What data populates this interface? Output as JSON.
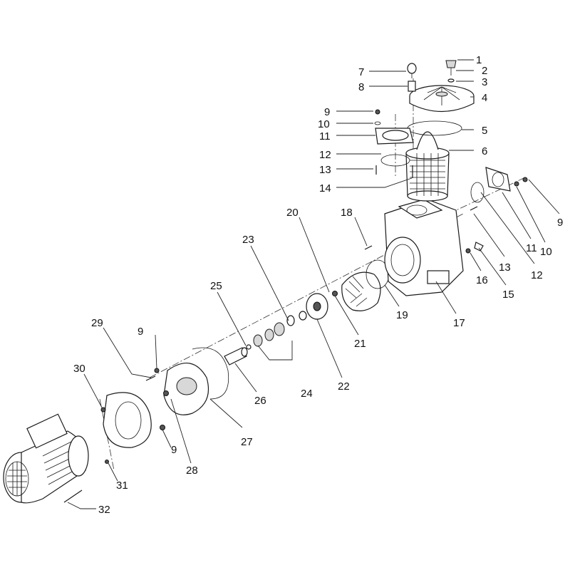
{
  "diagram": {
    "labels": [
      {
        "id": "1",
        "text": "1"
      },
      {
        "id": "2",
        "text": "2"
      },
      {
        "id": "3",
        "text": "3"
      },
      {
        "id": "4",
        "text": "4"
      },
      {
        "id": "5",
        "text": "5"
      },
      {
        "id": "6",
        "text": "6"
      },
      {
        "id": "7",
        "text": "7"
      },
      {
        "id": "8",
        "text": "8"
      },
      {
        "id": "9a",
        "text": "9"
      },
      {
        "id": "10a",
        "text": "10"
      },
      {
        "id": "11a",
        "text": "11"
      },
      {
        "id": "12a",
        "text": "12"
      },
      {
        "id": "13a",
        "text": "13"
      },
      {
        "id": "14",
        "text": "14"
      },
      {
        "id": "9b",
        "text": "9"
      },
      {
        "id": "10b",
        "text": "10"
      },
      {
        "id": "11b",
        "text": "11"
      },
      {
        "id": "12b",
        "text": "12"
      },
      {
        "id": "13b",
        "text": "13"
      },
      {
        "id": "15",
        "text": "15"
      },
      {
        "id": "16",
        "text": "16"
      },
      {
        "id": "17",
        "text": "17"
      },
      {
        "id": "18",
        "text": "18"
      },
      {
        "id": "19",
        "text": "19"
      },
      {
        "id": "20",
        "text": "20"
      },
      {
        "id": "21",
        "text": "21"
      },
      {
        "id": "22",
        "text": "22"
      },
      {
        "id": "23",
        "text": "23"
      },
      {
        "id": "24",
        "text": "24"
      },
      {
        "id": "25",
        "text": "25"
      },
      {
        "id": "26",
        "text": "26"
      },
      {
        "id": "27",
        "text": "27"
      },
      {
        "id": "28",
        "text": "28"
      },
      {
        "id": "29",
        "text": "29"
      },
      {
        "id": "9c",
        "text": "9"
      },
      {
        "id": "30",
        "text": "30"
      },
      {
        "id": "9d",
        "text": "9"
      },
      {
        "id": "31",
        "text": "31"
      },
      {
        "id": "32",
        "text": "32"
      }
    ]
  }
}
